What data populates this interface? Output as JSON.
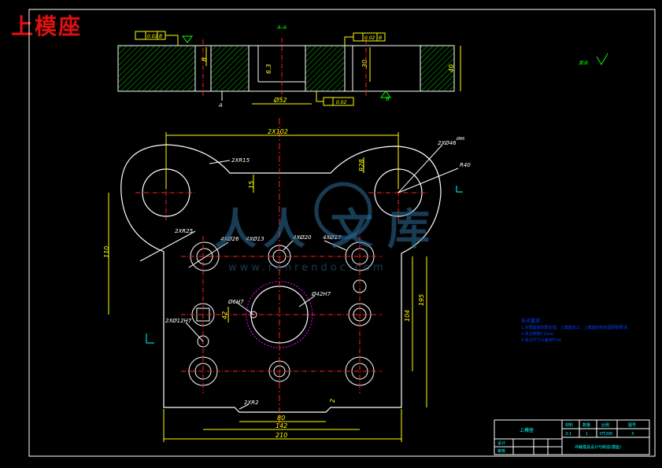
{
  "title": "上模座",
  "section_label": "A-A",
  "surface_symbol_text": "其余",
  "section_view": {
    "flatness_tol": "0.02",
    "flatness_ref": "B",
    "perp_tol": "0.02",
    "perp_ref": "B",
    "parallel_tol": "0.02",
    "datum_label": "A",
    "datum_b": "B",
    "dims": {
      "depth": "8",
      "step": "6.3",
      "slot": "30",
      "thickness": "40",
      "bore": "Ø52"
    }
  },
  "plan_view": {
    "overall_top": "2X102",
    "overall_width": "210",
    "bottom_inner": "142",
    "bottom_slot": "80",
    "left_height": "110",
    "right_h1": "104",
    "right_h2": "195",
    "top_offset": "15",
    "small_r": "2",
    "mid_dim": "42",
    "callouts": {
      "r15": "2XR15",
      "r25": "2XR25",
      "r46": "2XØ46",
      "r40": "R40",
      "r26": "4XØ26",
      "r13": "4XØ13",
      "r20": "4XØ20",
      "r17": "4XØ17",
      "h7a": "Ø6H7",
      "h7b": "Ø42H7",
      "h7c": "2XØ12H7",
      "r2": "2XR2",
      "r86": "Ø86",
      "r28": "R28"
    }
  },
  "notes": {
    "heading": "技术要求:",
    "lines": [
      "1.对模座做调质处理，上模座加工。上模座的热处理硬度要求，",
      "2.未注倒角C1mm",
      "3.未注尺寸公差按IT14"
    ]
  },
  "title_block": {
    "part_name": "上模座",
    "headers": [
      "材料",
      "数量",
      "比例",
      "图号"
    ],
    "values": [
      "3:1",
      "1",
      "HT200",
      "3"
    ],
    "row_labels": [
      "设计",
      "审核"
    ],
    "drawing_title": "冲裁模具设计与制造(模座)"
  },
  "watermark": {
    "chars": [
      "人",
      "人",
      "文",
      "库"
    ],
    "url": "www.renrendoc.com"
  },
  "colors": {
    "outline": "#ffffff",
    "dimension": "#ffff00",
    "centerline": "#ff2020",
    "hatch": "#00ff00",
    "title": "#e01010",
    "note": "#0040ff",
    "titleblock": "#00ffff",
    "bore_circle": "#ff00ff"
  }
}
